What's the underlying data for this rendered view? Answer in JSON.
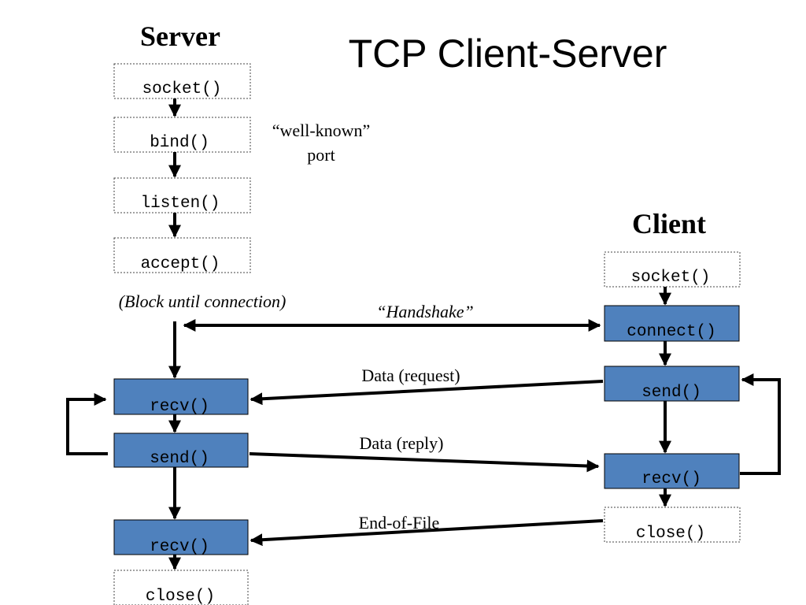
{
  "title": "TCP Client-Server",
  "server": {
    "heading": "Server",
    "steps": {
      "socket": "socket()",
      "bind": "bind()",
      "listen": "listen()",
      "accept": "accept()",
      "recv1": "recv()",
      "send": "send()",
      "recv2": "recv()",
      "close": "close()"
    },
    "well_known_line1": "“well-known”",
    "well_known_line2": "port",
    "block_note": "(Block until connection)"
  },
  "client": {
    "heading": "Client",
    "steps": {
      "socket": "socket()",
      "connect": "connect()",
      "send": "send()",
      "recv": "recv()",
      "close": "close()"
    }
  },
  "messages": {
    "handshake": "“Handshake”",
    "request": "Data (request)",
    "reply": "Data (reply)",
    "eof": "End-of-File"
  },
  "colors": {
    "active_box": "#4f81bd",
    "line": "#000000"
  }
}
